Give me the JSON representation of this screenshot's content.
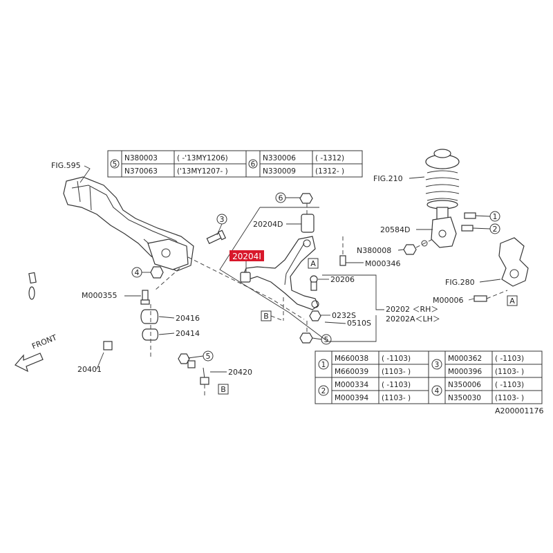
{
  "labels": {
    "fig595": "FIG.595",
    "fig210": "FIG.210",
    "fig280": "FIG.280",
    "p20204D": "20204D",
    "p20204I": "20204I",
    "p20206": "20206",
    "p0232S": "0232S",
    "p0510S": "0510S",
    "p20202": "20202 ＜RH＞",
    "p20202A": "20202A＜LH＞",
    "p20584D": "20584D",
    "pN380008": "N380008",
    "pM000346": "M000346",
    "pM00006": "M00006",
    "pM000355": "M000355",
    "p20416": "20416",
    "p20414": "20414",
    "p20401": "20401",
    "p20420": "20420",
    "front": "FRONT",
    "refA": "A",
    "refB": "B",
    "diagramId": "A200001176"
  },
  "callouts": {
    "c1": "1",
    "c2": "2",
    "c3": "3",
    "c4": "4",
    "c5": "5",
    "c6": "6"
  },
  "table_top": {
    "group5": {
      "no": "5",
      "rows": [
        {
          "part": "N380003",
          "range": "( -'13MY1206)"
        },
        {
          "part": "N370063",
          "range": "('13MY1207- )"
        }
      ]
    },
    "group6": {
      "no": "6",
      "rows": [
        {
          "part": "N330006",
          "range": "( -1312)"
        },
        {
          "part": "N330009",
          "range": "(1312- )"
        }
      ]
    }
  },
  "table_bottom": {
    "group1": {
      "no": "1",
      "rows": [
        {
          "part": "M660038",
          "range": "( -1103)"
        },
        {
          "part": "M660039",
          "range": "(1103- )"
        }
      ]
    },
    "group2": {
      "no": "2",
      "rows": [
        {
          "part": "M000334",
          "range": "( -1103)"
        },
        {
          "part": "M000394",
          "range": "(1103- )"
        }
      ]
    },
    "group3": {
      "no": "3",
      "rows": [
        {
          "part": "M000362",
          "range": "( -1103)"
        },
        {
          "part": "M000396",
          "range": "(1103- )"
        }
      ]
    },
    "group4": {
      "no": "4",
      "rows": [
        {
          "part": "N350006",
          "range": "( -1103)"
        },
        {
          "part": "N350030",
          "range": "(1103- )"
        }
      ]
    }
  },
  "colors": {
    "highlight": "#d8182b",
    "line": "#333333"
  }
}
